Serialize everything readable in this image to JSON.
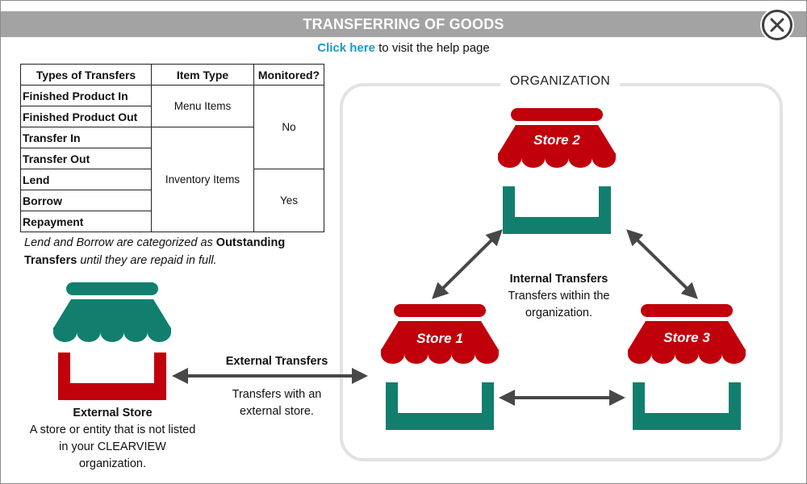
{
  "header": {
    "title": "TRANSFERRING OF GOODS"
  },
  "help": {
    "link_text": "Click here",
    "rest_text": " to visit the help page"
  },
  "table": {
    "headers": [
      "Types of Transfers",
      "Item Type",
      "Monitored?"
    ],
    "rows": [
      "Finished Product In",
      "Finished Product Out",
      "Transfer In",
      "Transfer Out",
      "Lend",
      "Borrow",
      "Repayment"
    ],
    "item_types": {
      "menu": "Menu Items",
      "inventory": "Inventory Items"
    },
    "monitored": {
      "no": "No",
      "yes": "Yes"
    }
  },
  "note": {
    "part1": "Lend and Borrow are categorized as ",
    "bold": "Outstanding Transfers",
    "part2": " until they are repaid in full."
  },
  "diagram": {
    "organization_label": "ORGANIZATION",
    "stores": {
      "store2": "Store 2",
      "store1": "Store 1",
      "store3": "Store 3"
    },
    "internal": {
      "title": "Internal Transfers",
      "desc": "Transfers within the organization."
    },
    "external_transfers": {
      "title": "External Transfers",
      "desc": "Transfers with an external store."
    },
    "external_store": {
      "title": "External Store",
      "desc": "A store or entity that is not listed in your CLEARVIEW organization."
    }
  },
  "colors": {
    "red": "#c0000b",
    "teal": "#127f6e",
    "title_bar": "#a3a3a3",
    "link": "#1f96c8",
    "arrow": "#474747"
  }
}
